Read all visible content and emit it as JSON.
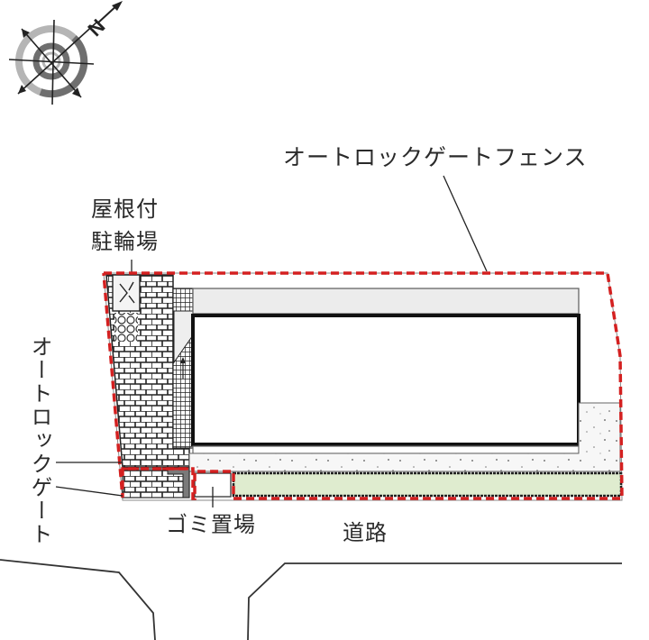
{
  "compass": {
    "north_label": "N",
    "icon": "compass-rose-icon"
  },
  "labels": {
    "fence": "オートロックゲートフェンス",
    "bicycle_parking_line1": "屋根付",
    "bicycle_parking_line2": "駐輪場",
    "autolock_gate": "オートロックゲート",
    "garbage": "ゴミ置場",
    "road": "道路"
  },
  "colors": {
    "fence_dash": "#d42020",
    "building_outline": "#111111",
    "corridor_fill": "#ececec",
    "planting_fill": "#dfeccf",
    "gravel_fill": "#f7f7f7",
    "gate_fill": "#7a7a7a",
    "compass_ring_light": "#b5b5b5",
    "compass_ring_dark": "#6f6f6f"
  }
}
